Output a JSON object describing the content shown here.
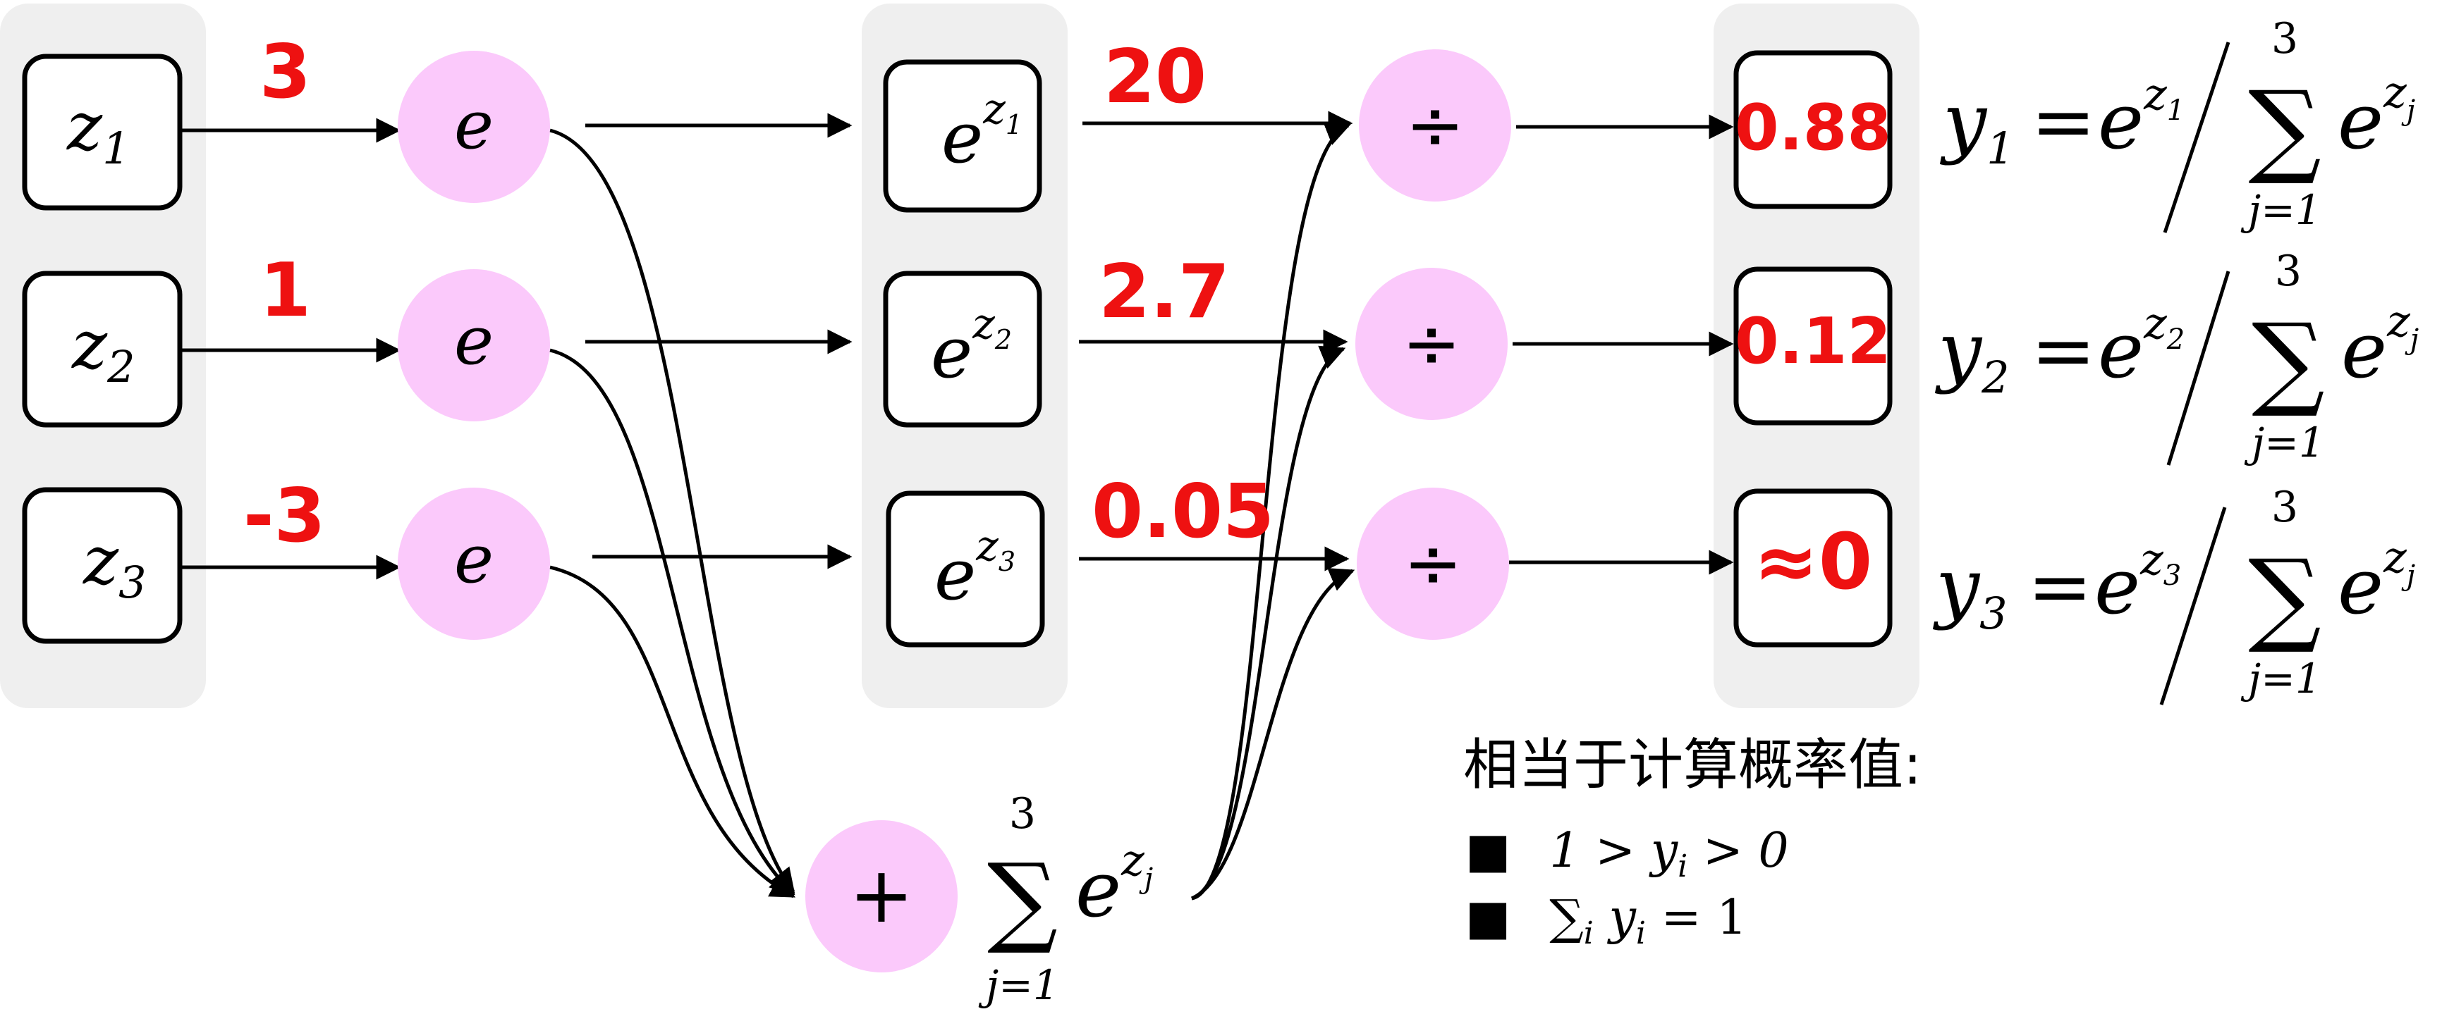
{
  "colors": {
    "panel": "#efefef",
    "node": "#fbc9fb",
    "accent": "#ee1111",
    "ink": "#000000"
  },
  "inputs": [
    {
      "base": "z",
      "sub": "1",
      "value": "3"
    },
    {
      "base": "z",
      "sub": "2",
      "value": "1"
    },
    {
      "base": "z",
      "sub": "3",
      "value": "-3"
    }
  ],
  "exp_symbol": "e",
  "exp_outputs": [
    {
      "base": "e",
      "sup_base": "z",
      "sup_sub": "1",
      "value": "20"
    },
    {
      "base": "e",
      "sup_base": "z",
      "sup_sub": "2",
      "value": "2.7"
    },
    {
      "base": "e",
      "sup_base": "z",
      "sup_sub": "3",
      "value": "0.05"
    }
  ],
  "divide_symbol": "÷",
  "sum_symbol": "+",
  "outputs": [
    "0.88",
    "0.12",
    "≈0"
  ],
  "sum_expr": {
    "sigma": "∑",
    "upper": "3",
    "lower": "j=1",
    "base": "e",
    "sup_base": "z",
    "sup_sub": "j"
  },
  "formulas": [
    {
      "lhs": "y",
      "sub": "1",
      "eq": "=",
      "base": "e",
      "sup_base": "z",
      "sup_sub": "1",
      "sigma": "∑",
      "upper": "3",
      "lower": "j=1",
      "sum_base": "e",
      "sum_sup_base": "z",
      "sum_sup_sub": "j"
    },
    {
      "lhs": "y",
      "sub": "2",
      "eq": "=",
      "base": "e",
      "sup_base": "z",
      "sup_sub": "2",
      "sigma": "∑",
      "upper": "3",
      "lower": "j=1",
      "sum_base": "e",
      "sum_sup_base": "z",
      "sum_sup_sub": "j"
    },
    {
      "lhs": "y",
      "sub": "3",
      "eq": "=",
      "base": "e",
      "sup_base": "z",
      "sup_sub": "3",
      "sigma": "∑",
      "upper": "3",
      "lower": "j=1",
      "sum_base": "e",
      "sum_sup_base": "z",
      "sum_sup_sub": "j"
    }
  ],
  "notes": {
    "title": "相当于计算概率值:",
    "bullets": [
      {
        "marker": "■",
        "text": "1 > y",
        "sub": "i",
        "tail": " > 0"
      },
      {
        "marker": "■",
        "text": "∑",
        "sub": "i",
        "tail": " y",
        "tail_sub": "i",
        "end": " = 1"
      }
    ]
  }
}
